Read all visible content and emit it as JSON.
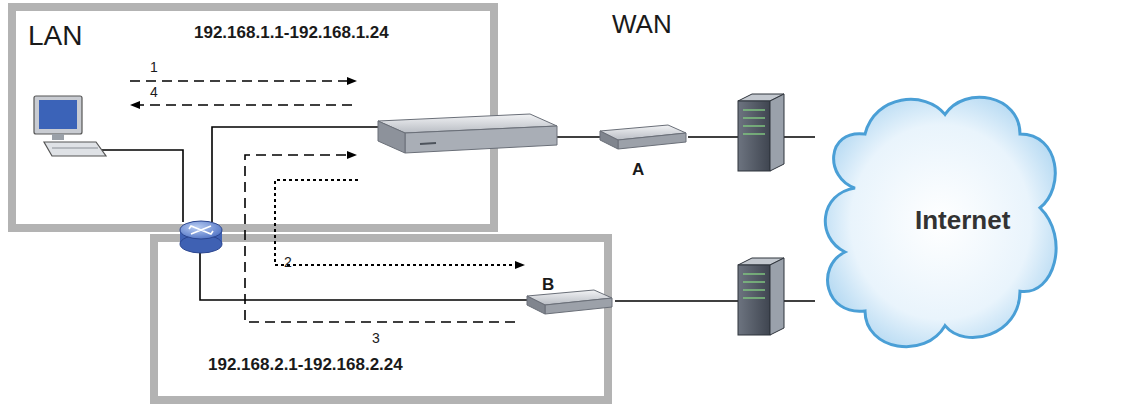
{
  "diagram": {
    "nodes": [
      {
        "text": [
          "LAN",
          "192.168.1.1-192.168.1.24"
        ]
      },
      {
        "text": [
          "A"
        ]
      },
      {
        "text": [
          "Internet"
        ]
      },
      {
        "text": [
          "192.168.2.1-192.168.2.24"
        ]
      },
      {
        "text": [
          "B"
        ],
        "in": 3
      }
    ],
    "edges": [
      {
        "from": 1,
        "to": 2,
        "arrow": "none"
      },
      {
        "from": 4,
        "to": 2,
        "arrow": "none"
      }
    ],
    "labels": [
      "WAN",
      "1",
      "4",
      "2",
      "3"
    ]
  }
}
